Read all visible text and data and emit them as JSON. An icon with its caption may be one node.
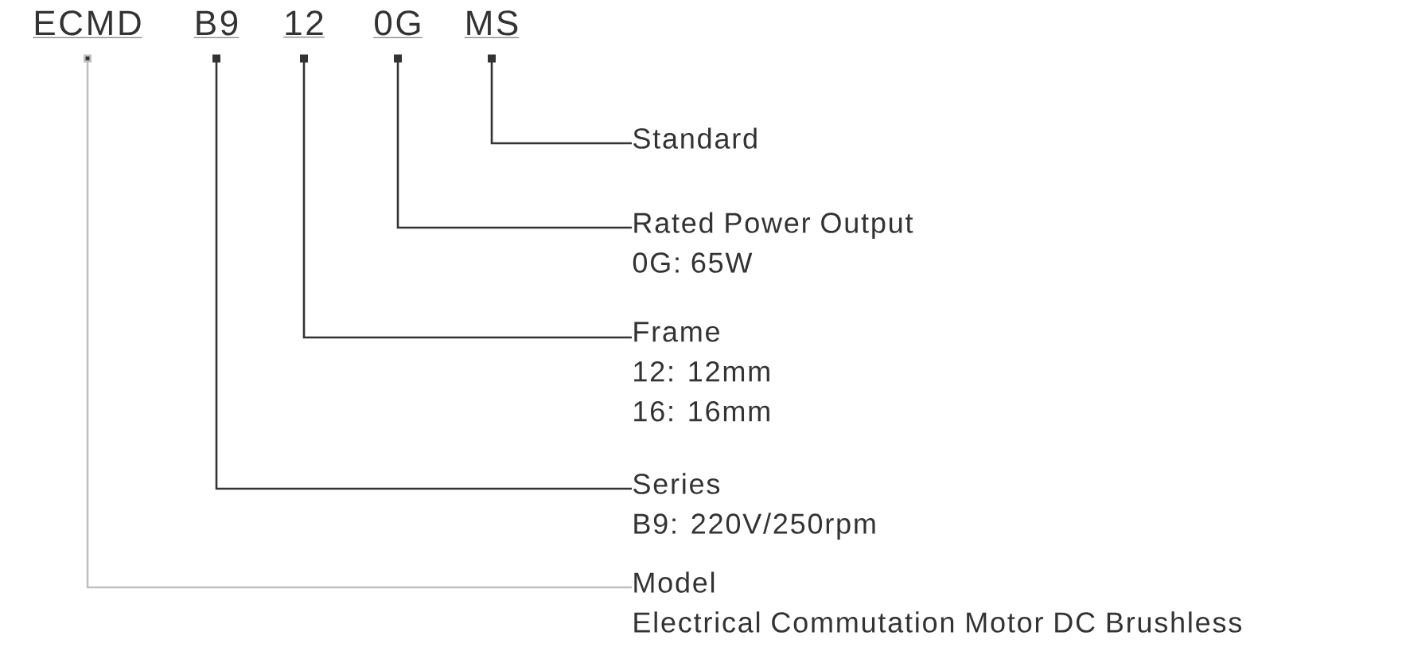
{
  "diagram": {
    "nodes": [
      {
        "text": [
          "ECMD"
        ]
      },
      {
        "text": [
          "B9"
        ]
      },
      {
        "text": [
          "12"
        ]
      },
      {
        "text": [
          "0G"
        ]
      },
      {
        "text": [
          "MS"
        ]
      },
      {
        "text": [
          "Standard"
        ]
      },
      {
        "text": [
          "Rated Power Output",
          "0G: 65W"
        ]
      },
      {
        "text": [
          "Frame",
          "12: 12mm",
          "16: 16mm"
        ]
      },
      {
        "text": [
          "Series",
          "B9: 220V/250rpm"
        ]
      },
      {
        "text": [
          "Model",
          "Electrical Commutation Motor DC Brushless"
        ]
      }
    ],
    "edges": [
      {
        "from": 4,
        "to": 5,
        "arrow": "other"
      },
      {
        "from": 3,
        "to": 6,
        "arrow": "other"
      },
      {
        "from": 2,
        "to": 7,
        "arrow": "other"
      },
      {
        "from": 1,
        "to": 8,
        "arrow": "other"
      },
      {
        "from": 0,
        "to": 9,
        "arrow": "other",
        "color": "#c0c0c0"
      }
    ]
  }
}
